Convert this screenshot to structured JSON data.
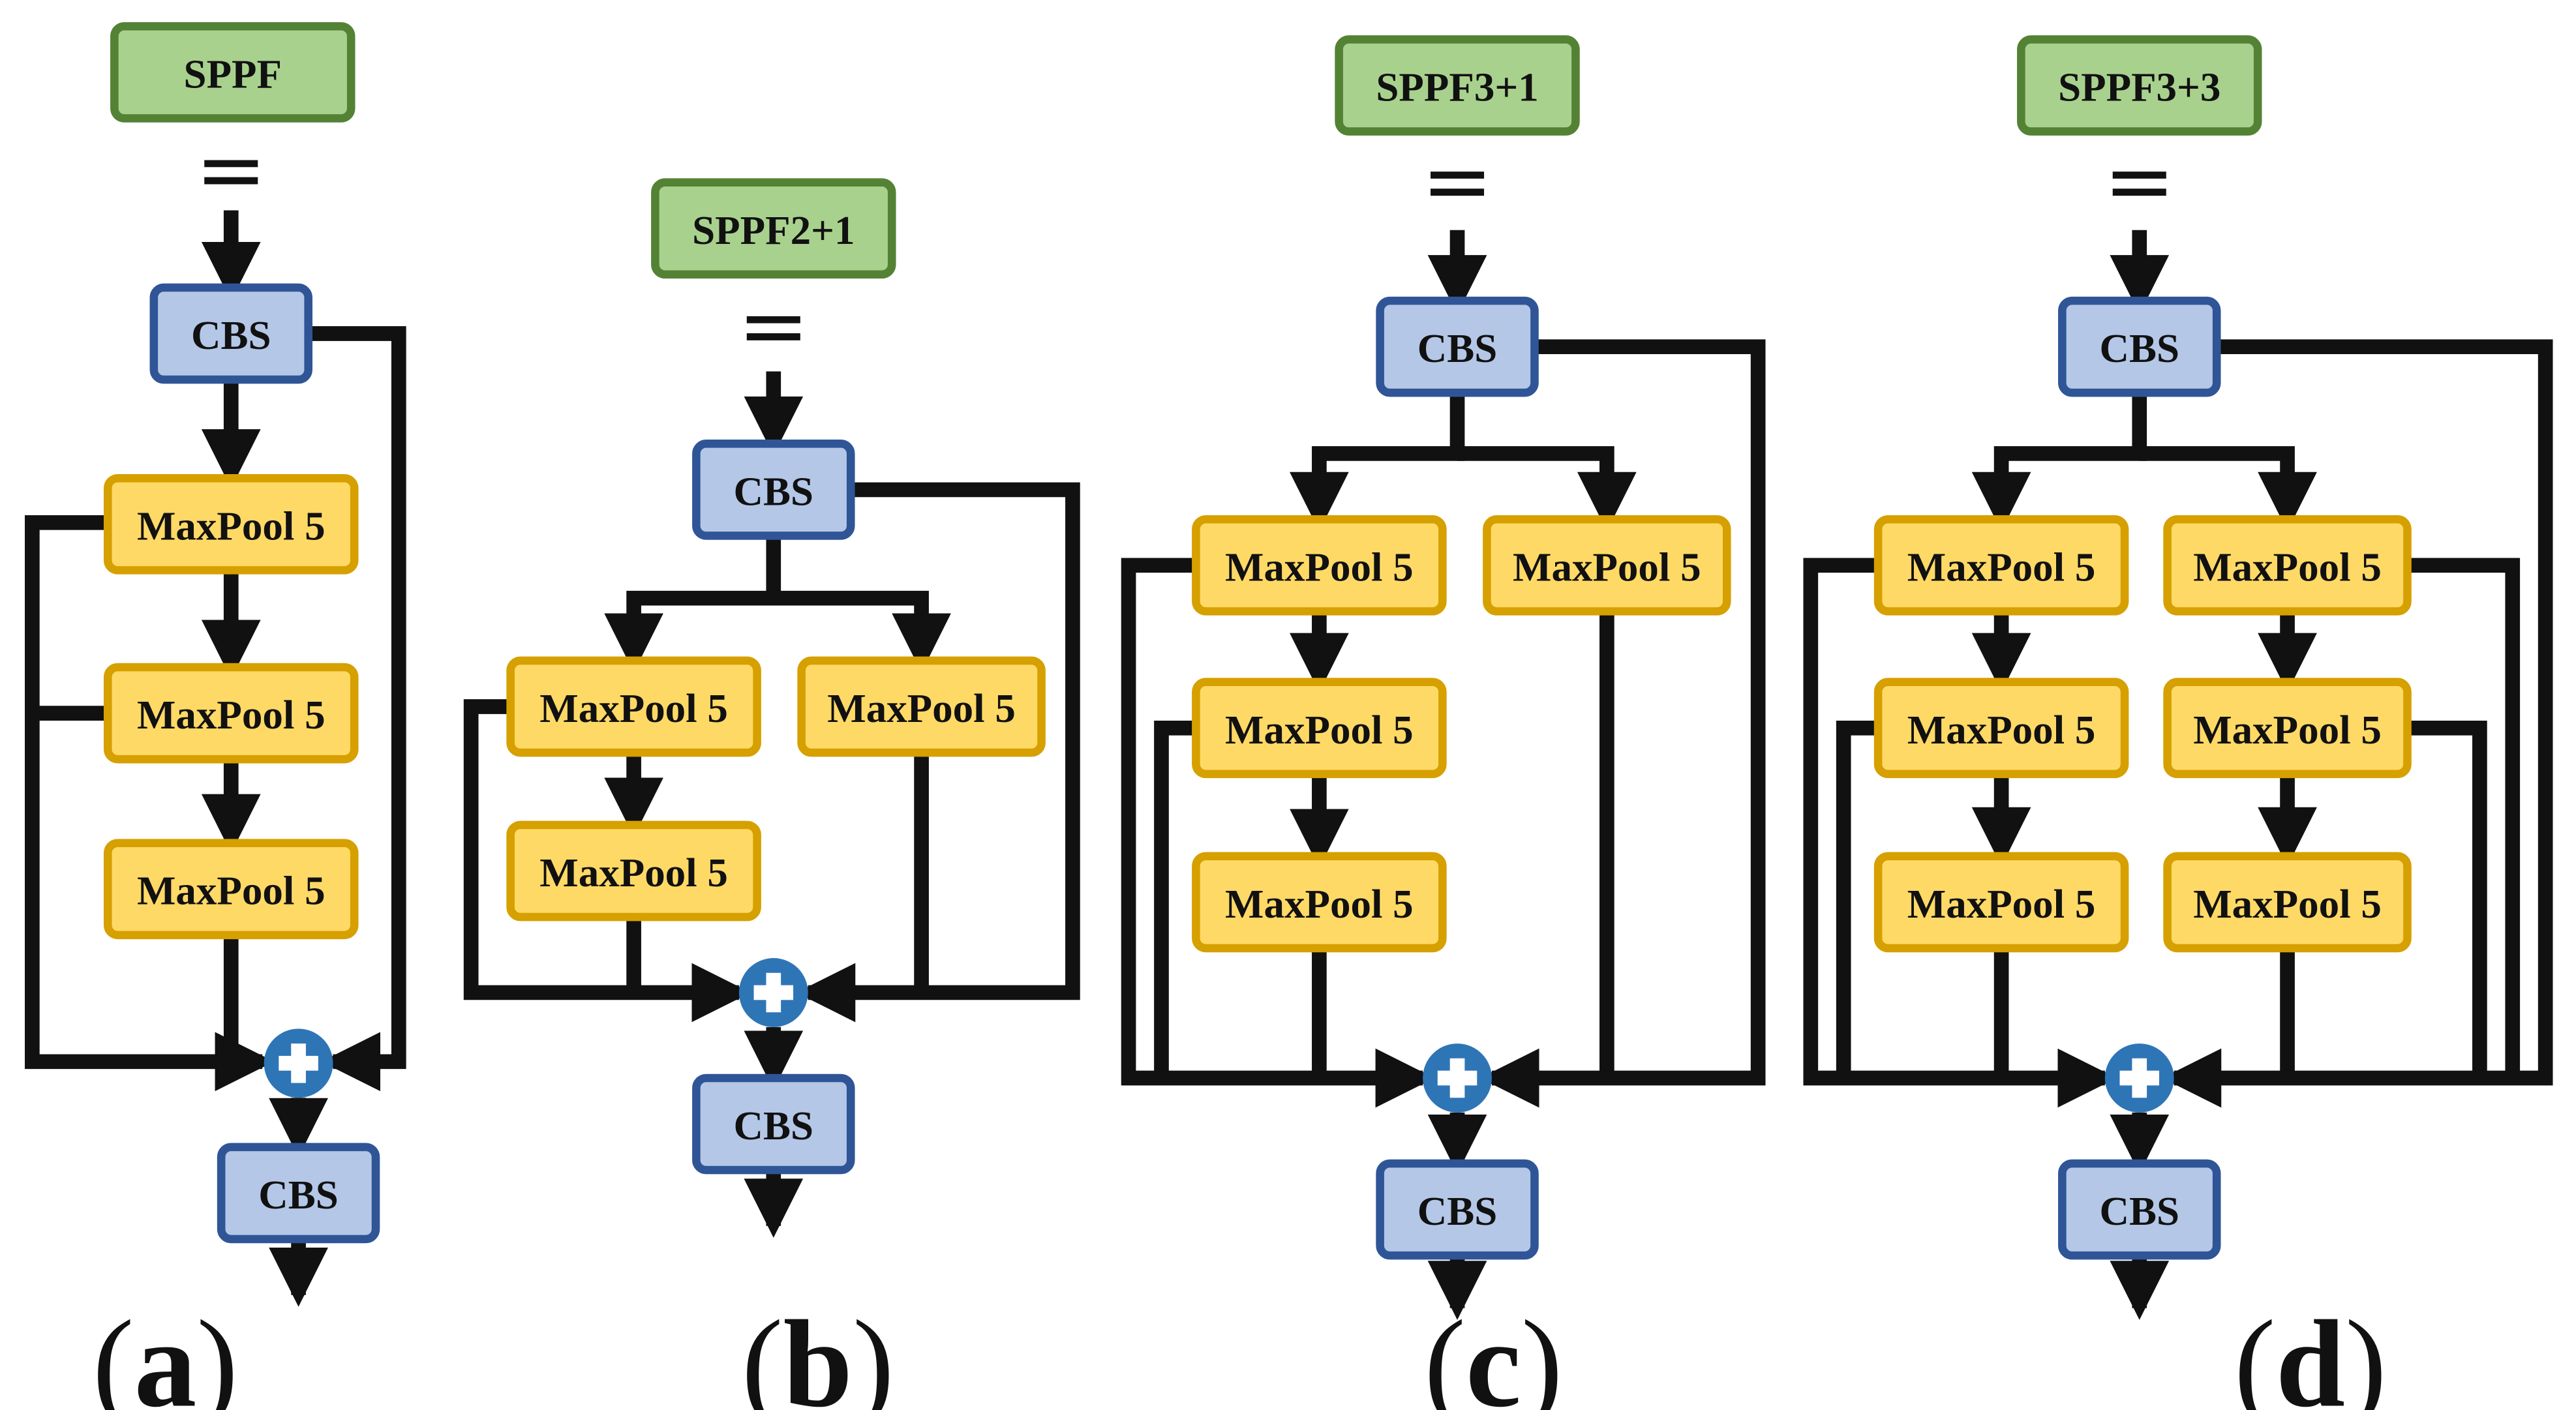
{
  "equals_symbol": "=",
  "labels": {
    "cbs": "CBS",
    "maxpool": "MaxPool 5"
  },
  "panels": [
    {
      "id": "a",
      "title": "SPPF",
      "label_prefix": "(",
      "label_letter": "a",
      "label_suffix": ")"
    },
    {
      "id": "b",
      "title": "SPPF2+1",
      "label_prefix": "(",
      "label_letter": "b",
      "label_suffix": ")"
    },
    {
      "id": "c",
      "title": "SPPF3+1",
      "label_prefix": "(",
      "label_letter": "c",
      "label_suffix": ")"
    },
    {
      "id": "d",
      "title": "SPPF3+3",
      "label_prefix": "(",
      "label_letter": "d",
      "label_suffix": ")"
    }
  ],
  "colors": {
    "title_fill": "#a9d18e",
    "cbs_fill": "#b4c7e7",
    "maxpool_fill": "#ffd966",
    "concat_node": "#2e75b6",
    "line": "#111111"
  },
  "icons": {
    "concat": "plus-circle-icon",
    "arrow": "arrow-head-icon"
  }
}
